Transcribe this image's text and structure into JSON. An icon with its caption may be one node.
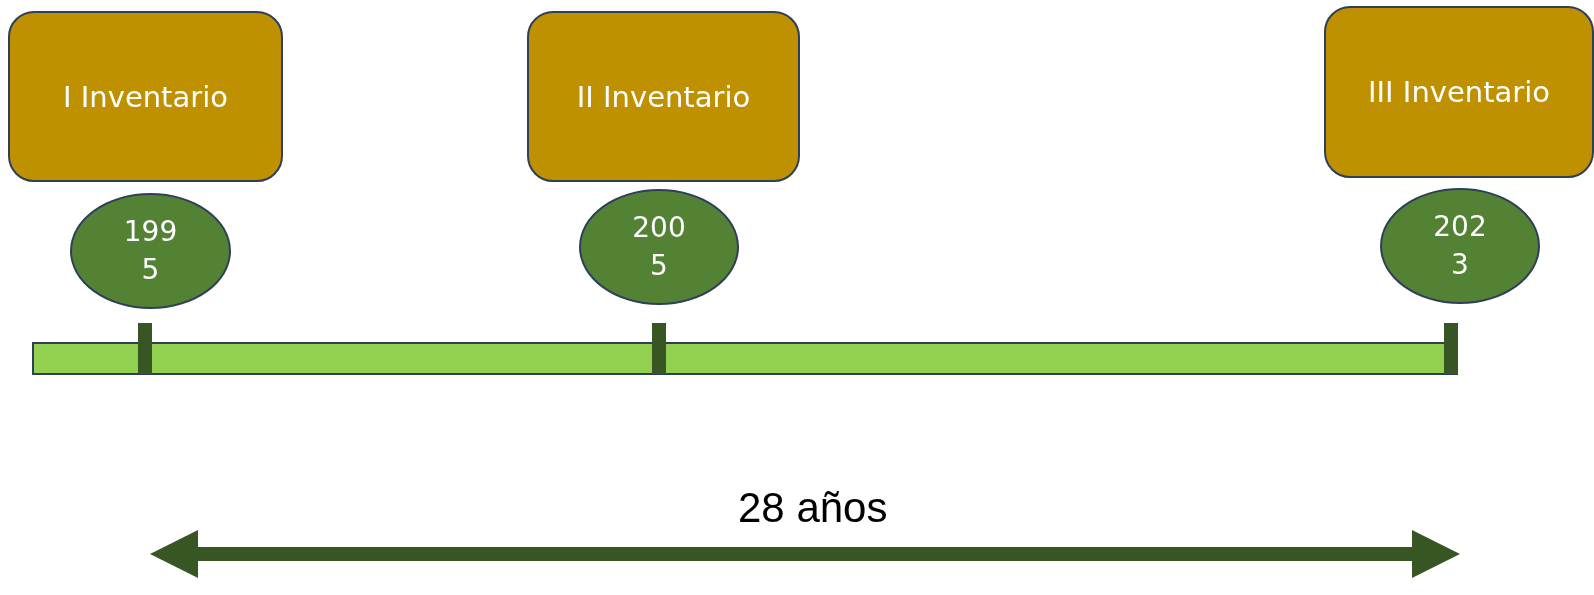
{
  "diagram": {
    "nodes": [
      {
        "text": [
          "I Inventario"
        ]
      },
      {
        "text": [
          "II Inventario"
        ]
      },
      {
        "text": [
          "III Inventario"
        ]
      },
      {
        "text": [
          "1995"
        ]
      },
      {
        "text": [
          "2005"
        ]
      },
      {
        "text": [
          "2023"
        ]
      }
    ],
    "labels": [
      "28 años"
    ]
  }
}
